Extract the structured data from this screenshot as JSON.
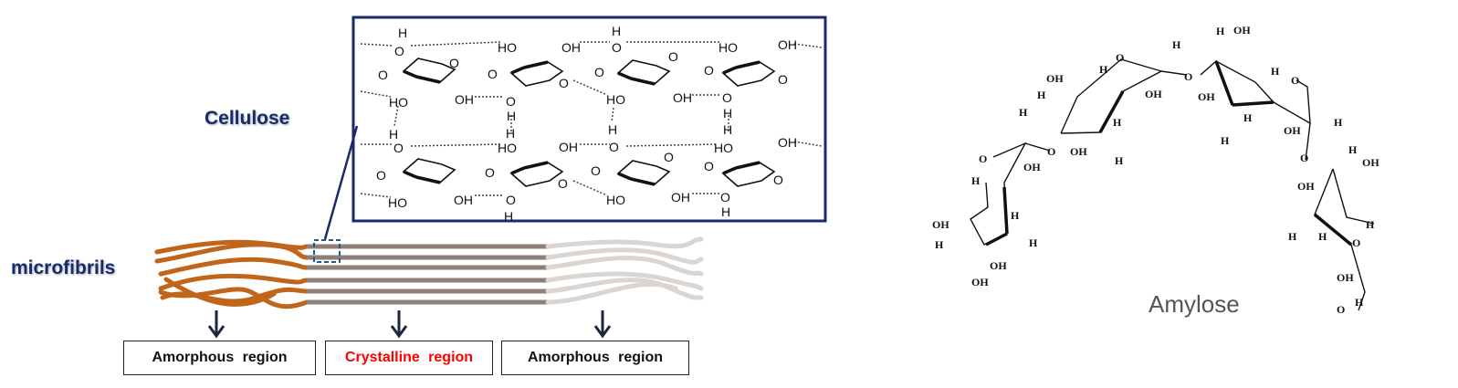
{
  "labels": {
    "cellulose": "Cellulose",
    "microfibrils": "microfibrils",
    "amylose": "Amylose"
  },
  "regions": [
    {
      "label": "Amorphous region",
      "color": "#111111"
    },
    {
      "label": "Crystalline region",
      "color": "#ff0000"
    },
    {
      "label": "Amorphous region",
      "color": "#111111"
    }
  ],
  "colors": {
    "amorphous_fibril": "#c0651a",
    "crystalline_fibril": "#8e8078",
    "faded_fibril": "#dad5d0",
    "frame": "#1a2a6c",
    "zoom_marker": "#1f5a8a"
  },
  "cellulose_atoms": [
    "H",
    "O",
    "O",
    "HO",
    "OH",
    "H",
    "O",
    "O",
    "HO",
    "OH",
    "O",
    "O",
    "O",
    "O",
    "O",
    "O",
    "HO",
    "OH",
    "O",
    "H",
    "HO",
    "OH",
    "O",
    "H",
    "H",
    "H",
    "O",
    "HO",
    "OH",
    "O",
    "O",
    "HO",
    "OH",
    "O",
    "O",
    "O",
    "O",
    "O",
    "O",
    "HO",
    "OH",
    "O",
    "H",
    "HO",
    "OH",
    "O",
    "H",
    "H",
    "H"
  ],
  "amylose_atoms": [
    "H",
    "O",
    "H",
    "OH",
    "H",
    "OH",
    "O",
    "H",
    "OH",
    "H",
    "O",
    "OH",
    "H",
    "OH",
    "H",
    "H",
    "H",
    "H",
    "OH",
    "O",
    "H",
    "O",
    "OH",
    "H",
    "H",
    "OH",
    "H",
    "H",
    "OH",
    "OH",
    "O",
    "H",
    "OH",
    "OH",
    "H",
    "H",
    "H",
    "OH",
    "O",
    "O",
    "H"
  ]
}
